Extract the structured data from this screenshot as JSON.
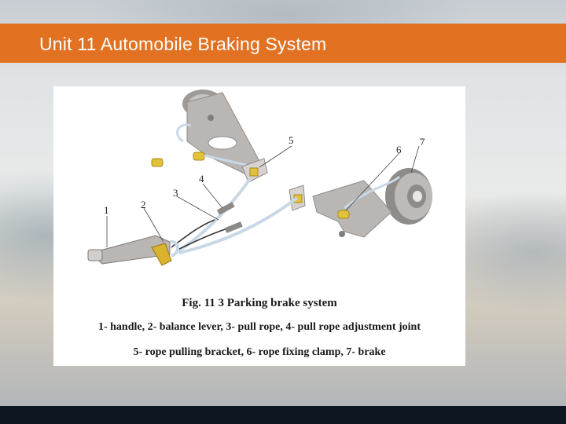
{
  "slide": {
    "title": "Unit 11 Automobile Braking System"
  },
  "figure": {
    "labels": [
      "1",
      "2",
      "3",
      "4",
      "5",
      "6",
      "7"
    ],
    "caption_title": "Fig. 11 3 Parking brake system",
    "caption_line1": "1- handle, 2- balance lever, 3- pull rope, 4- pull rope adjustment joint",
    "caption_line2": "5- rope pulling bracket, 6- rope fixing clamp, 7- brake"
  },
  "colors": {
    "title_bar": "#e27222",
    "bottom_bar": "#0d1722",
    "part_gray": "#b9b6b4",
    "cable_blue": "#c9d8e6",
    "clamp_yellow": "#e2c23a"
  }
}
